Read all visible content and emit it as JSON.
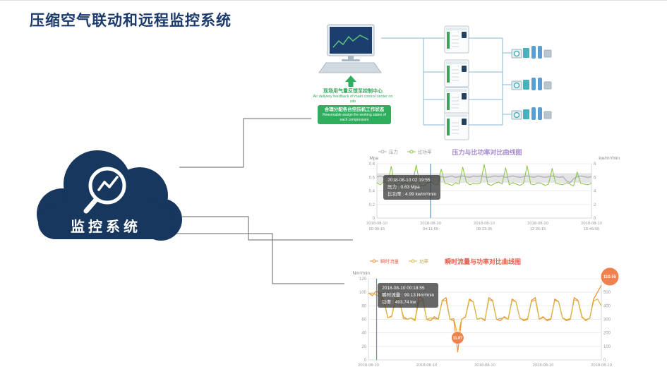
{
  "title": "压缩空气联动和远程监控系统",
  "cloud": {
    "label": "监控系统",
    "color": "#17375f"
  },
  "diagram": {
    "feedback_cn": "现场用气量反馈至控制中心",
    "feedback_en": "Air delivery feedback of main control center on site",
    "assign_cn": "合理分配各台空压机工作状态",
    "assign_en": "Reasonable assign the working states of each compressors",
    "compressor_count": 4,
    "air_unit_count": 3
  },
  "charts": [
    {
      "id": "pressure-power",
      "type": "line",
      "title": "压力与比功率对比曲线图",
      "title_color": "#a78cd0",
      "legend": [
        {
          "label": "压力",
          "color": "#b3afc4",
          "text_color": "#999999"
        },
        {
          "label": "比功率",
          "color": "#86c440",
          "text_color": "#999999"
        }
      ],
      "left_axis": {
        "unit": "Mpa",
        "max": 0.8,
        "ticks": [
          "0",
          "0.2",
          "0.4",
          "0.6",
          "0.8"
        ]
      },
      "right_axis": {
        "unit": "kw/m³/min",
        "max": 8,
        "ticks": [
          "0",
          "2",
          "4",
          "6",
          "8"
        ]
      },
      "x_labels": [
        {
          "date": "2018-08-10",
          "time": "00:00:15"
        },
        {
          "date": "2018-08-10",
          "time": "04:11:55"
        },
        {
          "date": "2018-08-10",
          "time": "08:23:35"
        },
        {
          "date": "2018-08-10",
          "time": "12:35:15"
        },
        {
          "date": "2018-08-10",
          "time": "16:46:55"
        }
      ],
      "band": {
        "from": 0.52,
        "to": 0.66,
        "color": "#dcdcdc"
      },
      "series": [
        {
          "name": "压力",
          "axis": "left",
          "color": "#b3afc4",
          "width": 1.4,
          "values": [
            0.61,
            0.62,
            0.6,
            0.61,
            0.63,
            0.62,
            0.55,
            0.54,
            0.56,
            0.6,
            0.61,
            0.62,
            0.61,
            0.6,
            0.62,
            0.61,
            0.63,
            0.62,
            0.61,
            0.6,
            0.61,
            0.62,
            0.6,
            0.61,
            0.62,
            0.61,
            0.6,
            0.62,
            0.61,
            0.62,
            0.61,
            0.6,
            0.61,
            0.62,
            0.61,
            0.62,
            0.6,
            0.61,
            0.62,
            0.61,
            0.6,
            0.61,
            0.62,
            0.61,
            0.6,
            0.62,
            0.61,
            0.6,
            0.61,
            0.62,
            0.61,
            0.6,
            0.61,
            0.55,
            0.52,
            0.58,
            0.61,
            0.62,
            0.61,
            0.6,
            0.61
          ]
        },
        {
          "name": "比功率",
          "axis": "right",
          "color": "#86c440",
          "width": 1,
          "values": [
            5.2,
            4.9,
            5.4,
            5.0,
            7.6,
            5.1,
            4.8,
            5.0,
            5.3,
            4.99,
            5.2,
            7.8,
            5.0,
            4.7,
            5.1,
            5.4,
            5.0,
            4.9,
            7.2,
            5.1,
            5.0,
            4.8,
            5.2,
            5.0,
            7.5,
            5.3,
            4.9,
            5.1,
            5.0,
            5.2,
            7.9,
            5.0,
            4.8,
            5.1,
            5.3,
            5.0,
            7.4,
            4.9,
            5.2,
            5.0,
            4.8,
            5.1,
            7.7,
            5.0,
            4.9,
            5.2,
            5.1,
            4.8,
            5.0,
            7.3,
            5.1,
            5.0,
            4.9,
            5.2,
            5.0,
            4.7,
            6.8,
            5.1,
            5.0,
            4.9,
            5.1
          ]
        }
      ],
      "cursor_frac": 0.25,
      "tooltip": {
        "x_frac": 0.03,
        "lines": [
          "2018-08-10 02:19:55",
          "压力 : 0.63 Mpa",
          "比功率 : 4.99 kw/m³/min"
        ]
      },
      "badges": []
    },
    {
      "id": "flow-power",
      "type": "line",
      "title": "瞬时流量与功率对比曲线图",
      "title_color": "#e4604e",
      "legend": [
        {
          "label": "瞬时流量",
          "color": "#f08a3c",
          "text_color": "#e4604e"
        },
        {
          "label": "功率",
          "color": "#d6b840",
          "text_color": "#c9a63c"
        }
      ],
      "left_axis": {
        "unit": "Nm³/min",
        "max": 120,
        "ticks": [
          "0",
          "20",
          "40",
          "60",
          "80",
          "100",
          "120"
        ]
      },
      "right_axis": {
        "unit": "",
        "max": 600,
        "ticks": [
          "0",
          "100",
          "200",
          "300",
          "400",
          "500",
          "600"
        ]
      },
      "x_labels": [
        {
          "date": "2018-08-10",
          "time": ""
        },
        {
          "date": "2018-08-10",
          "time": ""
        },
        {
          "date": "2018-08-10",
          "time": ""
        },
        {
          "date": "2018-08-10",
          "time": ""
        },
        {
          "date": "2018-08-10",
          "time": ""
        }
      ],
      "series": [
        {
          "name": "瞬时流量",
          "axis": "left",
          "color": "#f08a3c",
          "width": 1.2,
          "values": [
            99,
            95,
            102,
            98,
            88,
            62,
            65,
            92,
            86,
            64,
            60,
            62,
            58,
            95,
            90,
            60,
            58,
            64,
            60,
            88,
            92,
            60,
            58,
            11.87,
            60,
            64,
            90,
            86,
            60,
            62,
            58,
            92,
            88,
            60,
            58,
            64,
            60,
            90,
            86,
            62,
            58,
            60,
            88,
            92,
            60,
            64,
            58,
            60,
            90,
            86,
            62,
            58,
            60,
            92,
            88,
            64,
            58,
            62,
            90,
            100,
            110.55
          ]
        },
        {
          "name": "功率",
          "axis": "right",
          "color": "#d6b840",
          "width": 1.2,
          "values": [
            490,
            493.74,
            480,
            465,
            430,
            310,
            320,
            455,
            440,
            305,
            300,
            310,
            298,
            430,
            445,
            300,
            310,
            305,
            300,
            435,
            440,
            300,
            305,
            180,
            300,
            315,
            440,
            430,
            300,
            310,
            298,
            445,
            435,
            300,
            305,
            312,
            300,
            440,
            430,
            308,
            298,
            305,
            430,
            445,
            300,
            312,
            298,
            305,
            440,
            430,
            310,
            298,
            305,
            445,
            435,
            312,
            298,
            308,
            435,
            450,
            400
          ]
        }
      ],
      "cursor_frac": 0.035,
      "tooltip": {
        "x_frac": 0.04,
        "lines": [
          "2018-08-10 00:18:55",
          "瞬时流量 : 99.13 Nm³/min",
          "功率 : 493.74 kw"
        ]
      },
      "badges": [
        {
          "label": "110.55",
          "x_frac": 1.0,
          "value": 110.55,
          "r": 13,
          "dx": 12,
          "dy": -12,
          "font": 6
        },
        {
          "label": "11.87",
          "x_frac": 0.383,
          "value": 11.87,
          "r": 9,
          "dx": 0,
          "dy": -20,
          "font": 5.5
        }
      ]
    }
  ]
}
